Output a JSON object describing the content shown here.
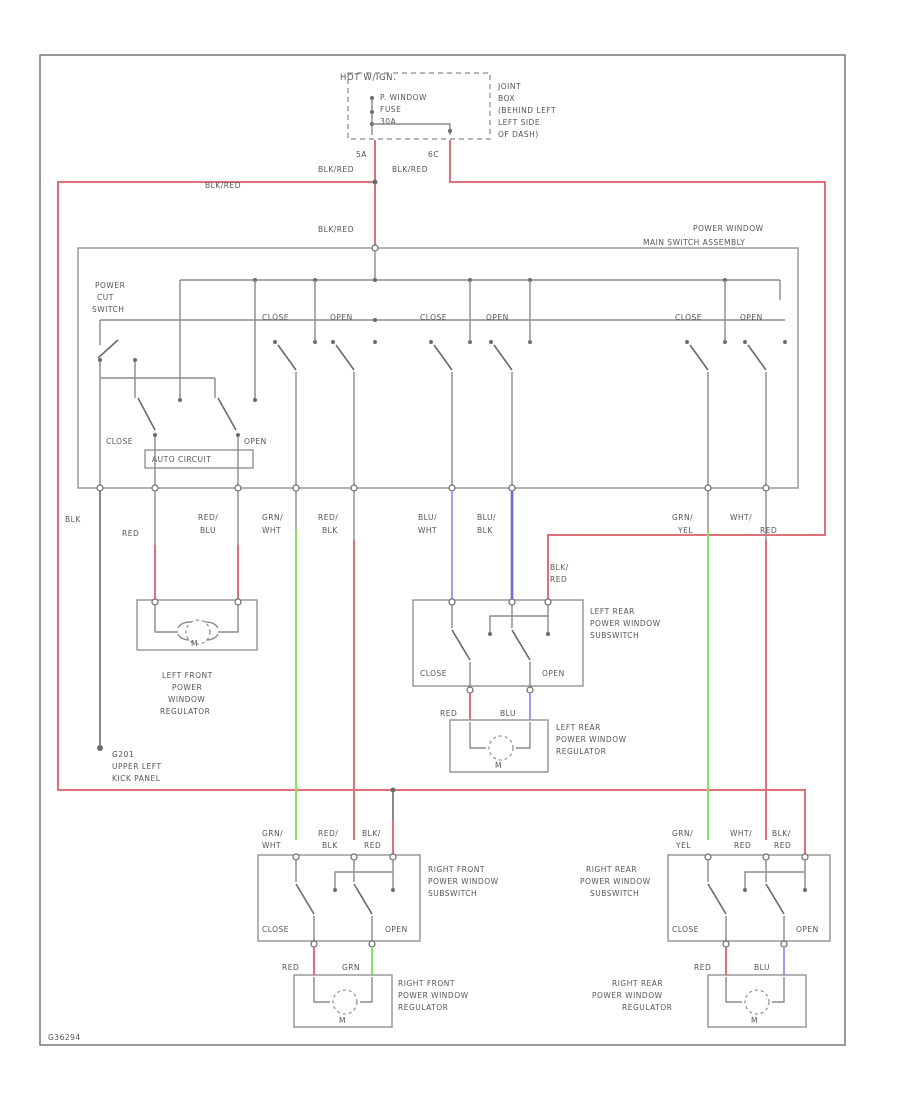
{
  "colors": {
    "red_wire": "#e0707a",
    "green_wire": "#88e060",
    "blue_wire": "#9c9cf0",
    "dark_blue_wire": "#6a6ae0",
    "line": "#8a8a8a"
  },
  "joint_box": {
    "fuse_title": "HOT W/IGN.",
    "fuse_name": "P. WINDOW",
    "fuse_label": "FUSE",
    "fuse_rating": "30A",
    "desc": [
      "JOINT",
      "BOX",
      "(BEHIND LEFT",
      "LEFT SIDE",
      "OF DASH)"
    ]
  },
  "wires": {
    "term_a": "5A",
    "term_b": "6C",
    "top_left": "BLK/RED",
    "top_right": "BLK/RED",
    "left_feed": "BLK/RED",
    "center": "BLK/RED",
    "blk": "BLK",
    "lf_1": "RED",
    "lf_2a": "RED/",
    "lf_2b": "BLU",
    "rf_grn_a": "GRN/",
    "rf_grn_b": "WHT",
    "rf_red_a": "RED/",
    "rf_red_b": "BLK",
    "lr_blu1_a": "BLU/",
    "lr_blu1_b": "WHT",
    "lr_blu2_a": "BLU/",
    "lr_blu2_b": "BLK",
    "lr_feed_a": "BLK/",
    "lr_feed_b": "RED",
    "rr_grn_a": "GRN/",
    "rr_grn_b": "YEL",
    "rr_wht_a": "WHT/",
    "rr_wht_b": "RED",
    "lr_red": "RED",
    "lr_blu": "BLU",
    "rfs_grn_a": "GRN/",
    "rfs_grn_b": "WHT",
    "rfs_red_a": "RED/",
    "rfs_red_b": "BLK",
    "rfs_blk_a": "BLK/",
    "rfs_blk_b": "RED",
    "rrs_grn_a": "GRN/",
    "rrs_grn_b": "YEL",
    "rrs_wht_a": "WHT/",
    "rrs_wht_b": "RED",
    "rrs_blk_a": "BLK/",
    "rrs_blk_b": "RED",
    "rfr_red": "RED",
    "rfr_grn": "GRN",
    "rrr_red": "RED",
    "rrr_blu": "BLU"
  },
  "master": {
    "title1": "POWER WINDOW",
    "title2": "MAIN SWITCH ASSEMBLY",
    "power_cut": [
      "POWER",
      "CUT",
      "SWITCH"
    ],
    "close": "CLOSE",
    "open": "OPEN",
    "auto_circuit": "AUTO CIRCUIT"
  },
  "components": {
    "lf_regulator": [
      "LEFT FRONT",
      "POWER",
      "WINDOW",
      "REGULATOR"
    ],
    "lr_subswitch": [
      "LEFT REAR",
      "POWER WINDOW",
      "SUBSWITCH"
    ],
    "lr_regulator": [
      "LEFT REAR",
      "POWER WINDOW",
      "REGULATOR"
    ],
    "rf_subswitch": [
      "RIGHT FRONT",
      "POWER WINDOW",
      "SUBSWITCH"
    ],
    "rf_regulator": [
      "RIGHT FRONT",
      "POWER WINDOW",
      "REGULATOR"
    ],
    "rr_subswitch": [
      "RIGHT REAR",
      "POWER WINDOW",
      "SUBSWITCH"
    ],
    "rr_regulator": [
      "RIGHT REAR",
      "POWER WINDOW",
      "REGULATOR"
    ],
    "motor": "M",
    "close": "CLOSE",
    "open": "OPEN"
  },
  "ground": {
    "id": "G201",
    "desc": [
      "UPPER LEFT",
      "KICK PANEL"
    ]
  },
  "footer": {
    "code": "G36294"
  }
}
